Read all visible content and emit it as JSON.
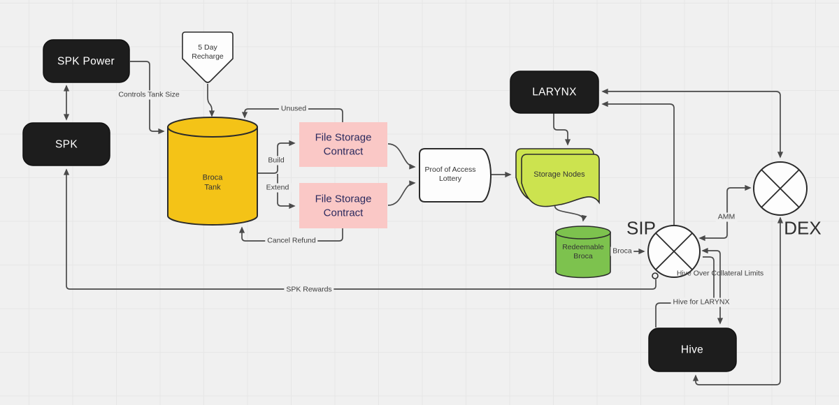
{
  "nodes": {
    "spk_power": {
      "label": "SPK Power"
    },
    "spk": {
      "label": "SPK"
    },
    "recharge": {
      "label": "5 Day Recharge"
    },
    "broca_tank": {
      "label": "Broca Tank"
    },
    "file_contract_1": {
      "label": "File Storage Contract"
    },
    "file_contract_2": {
      "label": "File Storage Contract"
    },
    "lottery": {
      "label": "Proof of Access Lottery"
    },
    "storage_nodes": {
      "label": "Storage Nodes"
    },
    "larynx": {
      "label": "LARYNX"
    },
    "redeemable_broca": {
      "label": "Redeemable Broca"
    },
    "sip": {
      "label": "SIP"
    },
    "dex": {
      "label": "DEX"
    },
    "hive": {
      "label": "Hive"
    }
  },
  "edge_labels": {
    "controls_tank_size": "Controls Tank Size",
    "unused": "Unused",
    "build": "Build",
    "extend": "Extend",
    "cancel_refund": "Cancel Refund",
    "spk_rewards": "SPK Rewards",
    "broca": "Broca",
    "amm": "AMM",
    "hive_over_collateral": "Hive Over Collateral Limits",
    "hive_for_larynx": "Hive for LARYNX"
  },
  "colors": {
    "background": "#f0f0f0",
    "grid": "#e6e6e6",
    "node_dark": "#1d1d1d",
    "tank_yellow": "#f4c317",
    "contract_pink": "#fac8c6",
    "contract_text": "#2b2a5e",
    "storage_green": "#cce34f",
    "broca_green": "#7dc24e",
    "shape_white": "#fdfdfd",
    "edge": "#4a4a4a"
  }
}
